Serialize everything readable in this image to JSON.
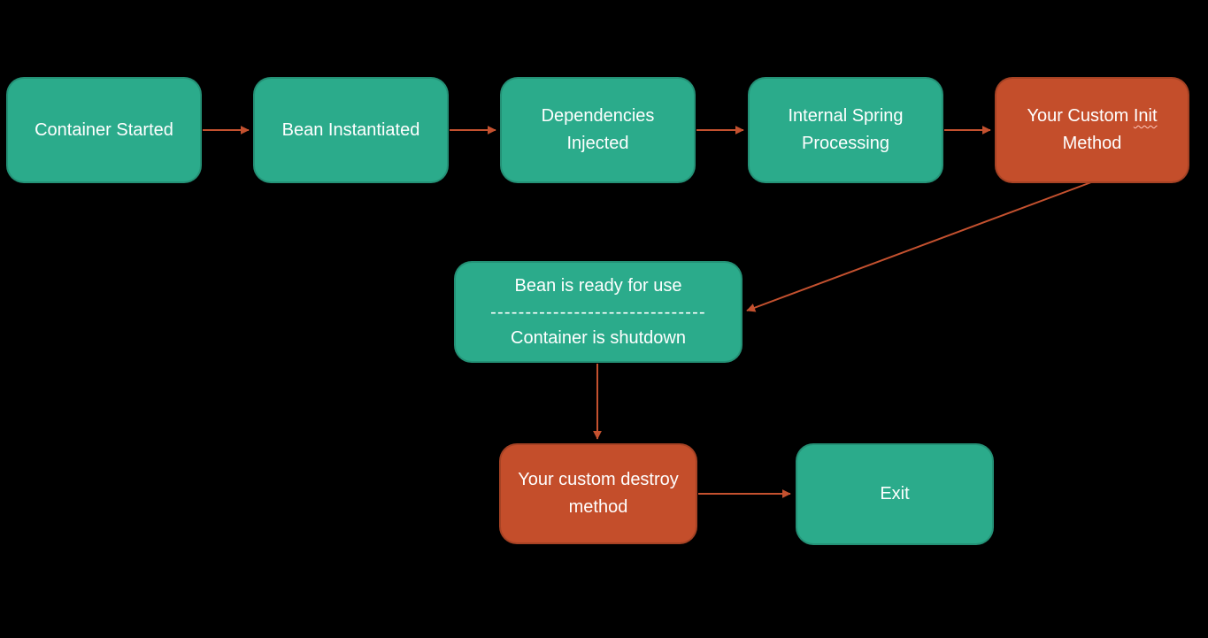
{
  "colors": {
    "background": "#000000",
    "node_green": "#2bab8b",
    "node_orange": "#c44e2b",
    "arrow": "#c4512f",
    "text": "#ffffff"
  },
  "nodes": {
    "container_started": {
      "label": "Container Started"
    },
    "bean_instantiated": {
      "label": "Bean Instantiated"
    },
    "dependencies_injected": {
      "label": "Dependencies Injected"
    },
    "internal_spring_processing": {
      "label": "Internal Spring Processing"
    },
    "custom_init": {
      "label_pre": "Your Custom ",
      "label_underlined": "Init",
      "label_line2": "Method"
    },
    "bean_ready": {
      "line1": "Bean is ready for use",
      "separator": "-------------------------------",
      "line2": "Container is shutdown"
    },
    "custom_destroy": {
      "label": "Your custom destroy method"
    },
    "exit": {
      "label": "Exit"
    }
  },
  "edges": [
    {
      "from": "container_started",
      "to": "bean_instantiated"
    },
    {
      "from": "bean_instantiated",
      "to": "dependencies_injected"
    },
    {
      "from": "dependencies_injected",
      "to": "internal_spring_processing"
    },
    {
      "from": "internal_spring_processing",
      "to": "custom_init"
    },
    {
      "from": "custom_init",
      "to": "bean_ready"
    },
    {
      "from": "bean_ready",
      "to": "custom_destroy"
    },
    {
      "from": "custom_destroy",
      "to": "exit"
    }
  ]
}
